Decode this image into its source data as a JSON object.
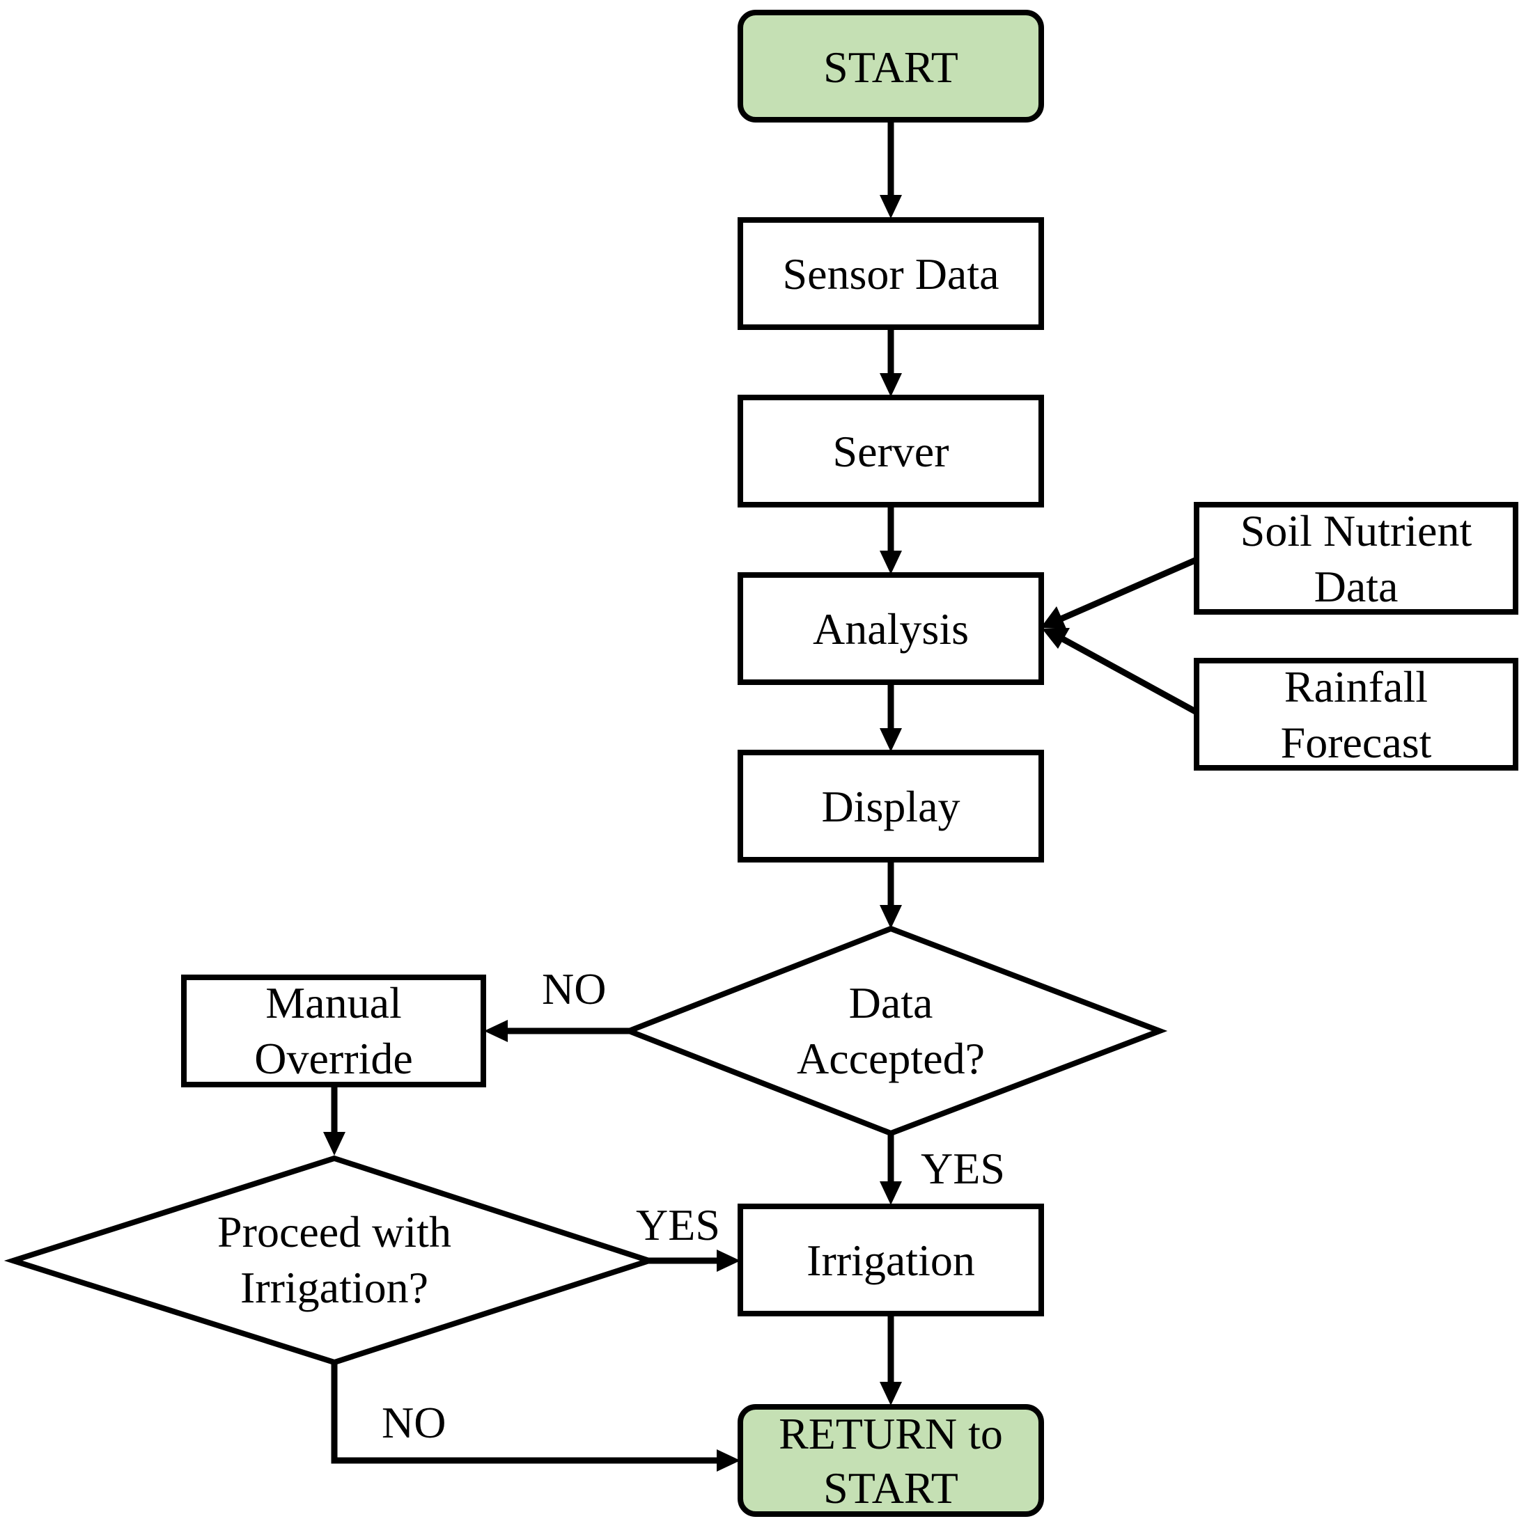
{
  "colors": {
    "terminal_fill": "#c5e0b4",
    "stroke": "#000000",
    "background": "#ffffff"
  },
  "nodes": {
    "start": {
      "lines": [
        "START"
      ]
    },
    "sensor_data": {
      "lines": [
        "Sensor Data"
      ]
    },
    "server": {
      "lines": [
        "Server"
      ]
    },
    "analysis": {
      "lines": [
        "Analysis"
      ]
    },
    "soil_nutrient": {
      "lines": [
        "Soil Nutrient",
        "Data"
      ]
    },
    "rainfall": {
      "lines": [
        "Rainfall",
        "Forecast"
      ]
    },
    "display": {
      "lines": [
        "Display"
      ]
    },
    "data_accepted": {
      "lines": [
        "Data",
        "Accepted?"
      ]
    },
    "manual_override": {
      "lines": [
        "Manual",
        "Override"
      ]
    },
    "proceed": {
      "lines": [
        "Proceed with",
        "Irrigation?"
      ]
    },
    "irrigation": {
      "lines": [
        "Irrigation"
      ]
    },
    "return_start": {
      "lines": [
        "RETURN to",
        "START"
      ]
    }
  },
  "edge_labels": {
    "data_accepted_no": "NO",
    "data_accepted_yes": "YES",
    "proceed_yes": "YES",
    "proceed_no": "NO"
  }
}
